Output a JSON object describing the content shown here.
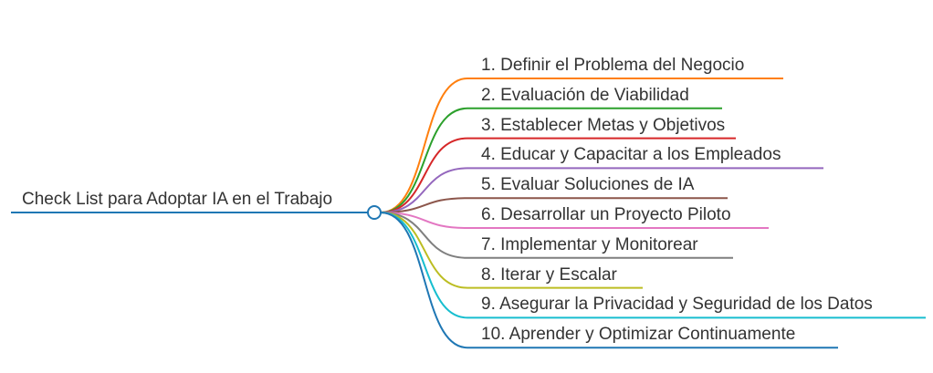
{
  "root": {
    "label": "Check List para Adoptar IA en el Trabajo",
    "color": "#1f77b4"
  },
  "children": [
    {
      "label": "1. Definir el Problema del Negocio",
      "color": "#ff7f0e"
    },
    {
      "label": "2. Evaluación de Viabilidad",
      "color": "#2ca02c"
    },
    {
      "label": "3. Establecer Metas y Objetivos",
      "color": "#d62728"
    },
    {
      "label": "4. Educar y Capacitar a los Empleados",
      "color": "#9467bd"
    },
    {
      "label": "5. Evaluar Soluciones de IA",
      "color": "#8c564b"
    },
    {
      "label": "6. Desarrollar un Proyecto Piloto",
      "color": "#e377c2"
    },
    {
      "label": "7. Implementar y Monitorear",
      "color": "#7f7f7f"
    },
    {
      "label": "8. Iterar y Escalar",
      "color": "#bcbd22"
    },
    {
      "label": "9. Asegurar la Privacidad y Seguridad de los Datos",
      "color": "#17becf"
    },
    {
      "label": "10. Aprender y Optimizar Continuamente",
      "color": "#1f77b4"
    }
  ]
}
